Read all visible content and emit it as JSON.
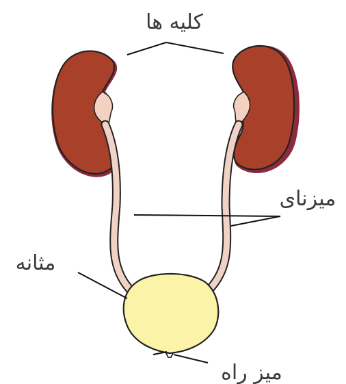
{
  "labels": {
    "kidneys": "کلیه ها",
    "ureters": "میزنای",
    "bladder": "مثانه",
    "urethra": "میز راه"
  },
  "colors": {
    "kidney_fill": "#a8402a",
    "kidney_shadow": "#8c2a3e",
    "hilum": "#f3d2c2",
    "ureter": "#f0d3c6",
    "bladder_fill": "#fbf3a8",
    "outline": "#222222",
    "pointer": "#111111",
    "text": "#3a3a3a"
  }
}
